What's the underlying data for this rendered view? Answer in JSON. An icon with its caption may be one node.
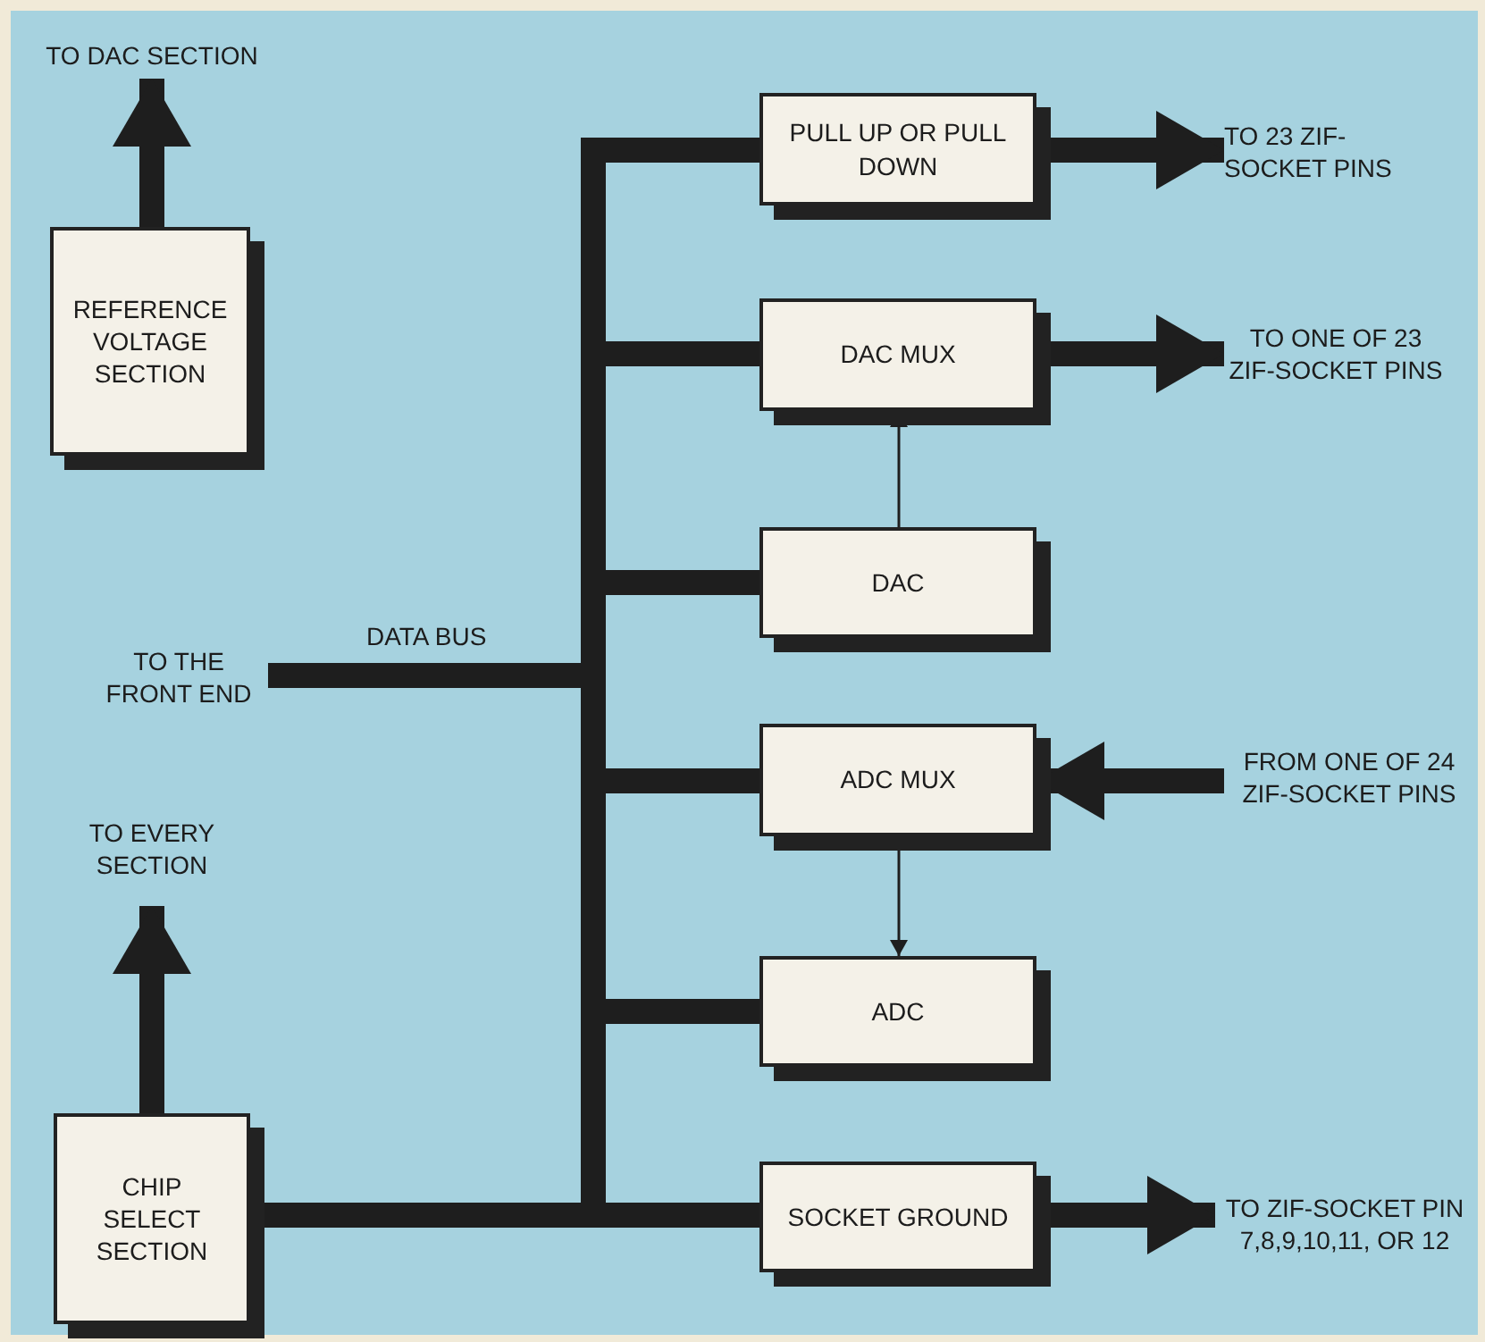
{
  "diagram": {
    "nodes": [
      {
        "text": [
          "REFERENCE VOLTAGE SECTION"
        ]
      },
      {
        "text": [
          "TO DAC SECTION"
        ]
      },
      {
        "text": [
          "PULL UP OR PULL DOWN"
        ]
      },
      {
        "text": [
          "TO 23 ZIF-SOCKET PINS"
        ]
      },
      {
        "text": [
          "DAC MUX"
        ]
      },
      {
        "text": [
          "TO ONE OF 23 ZIF-SOCKET PINS"
        ]
      },
      {
        "text": [
          "DAC"
        ]
      },
      {
        "text": [
          "TO THE FRONT END"
        ]
      },
      {
        "text": [
          "ADC MUX"
        ]
      },
      {
        "text": [
          "FROM ONE OF 24 ZIF-SOCKET PINS"
        ]
      },
      {
        "text": [
          "ADC"
        ]
      },
      {
        "text": [
          "TO EVERY SECTION"
        ]
      },
      {
        "text": [
          "CHIP SELECT SECTION"
        ]
      },
      {
        "text": [
          "SOCKET GROUND"
        ]
      },
      {
        "text": [
          "TO ZIF-SOCKET PIN 7,8,9,10,11, OR 12"
        ]
      }
    ],
    "edges": [
      {
        "from": 0,
        "to": 1,
        "arrow": "to"
      },
      {
        "from": 2,
        "to": 3,
        "arrow": "to"
      },
      {
        "from": 4,
        "to": 5,
        "arrow": "to"
      },
      {
        "from": 6,
        "to": 4,
        "arrow": "to"
      },
      {
        "from": 7,
        "to": 2,
        "arrow": "none"
      },
      {
        "from": 7,
        "to": 4,
        "arrow": "none"
      },
      {
        "from": 7,
        "to": 6,
        "arrow": "none"
      },
      {
        "from": 7,
        "to": 8,
        "arrow": "none"
      },
      {
        "from": 7,
        "to": 10,
        "arrow": "none"
      },
      {
        "from": 7,
        "to": 13,
        "arrow": "none"
      },
      {
        "from": 9,
        "to": 8,
        "arrow": "to"
      },
      {
        "from": 8,
        "to": 10,
        "arrow": "to"
      },
      {
        "from": 12,
        "to": 11,
        "arrow": "to"
      },
      {
        "from": 12,
        "to": 13,
        "arrow": "none"
      },
      {
        "from": 13,
        "to": 14,
        "arrow": "to"
      }
    ],
    "labels": [
      "DATA BUS"
    ]
  }
}
